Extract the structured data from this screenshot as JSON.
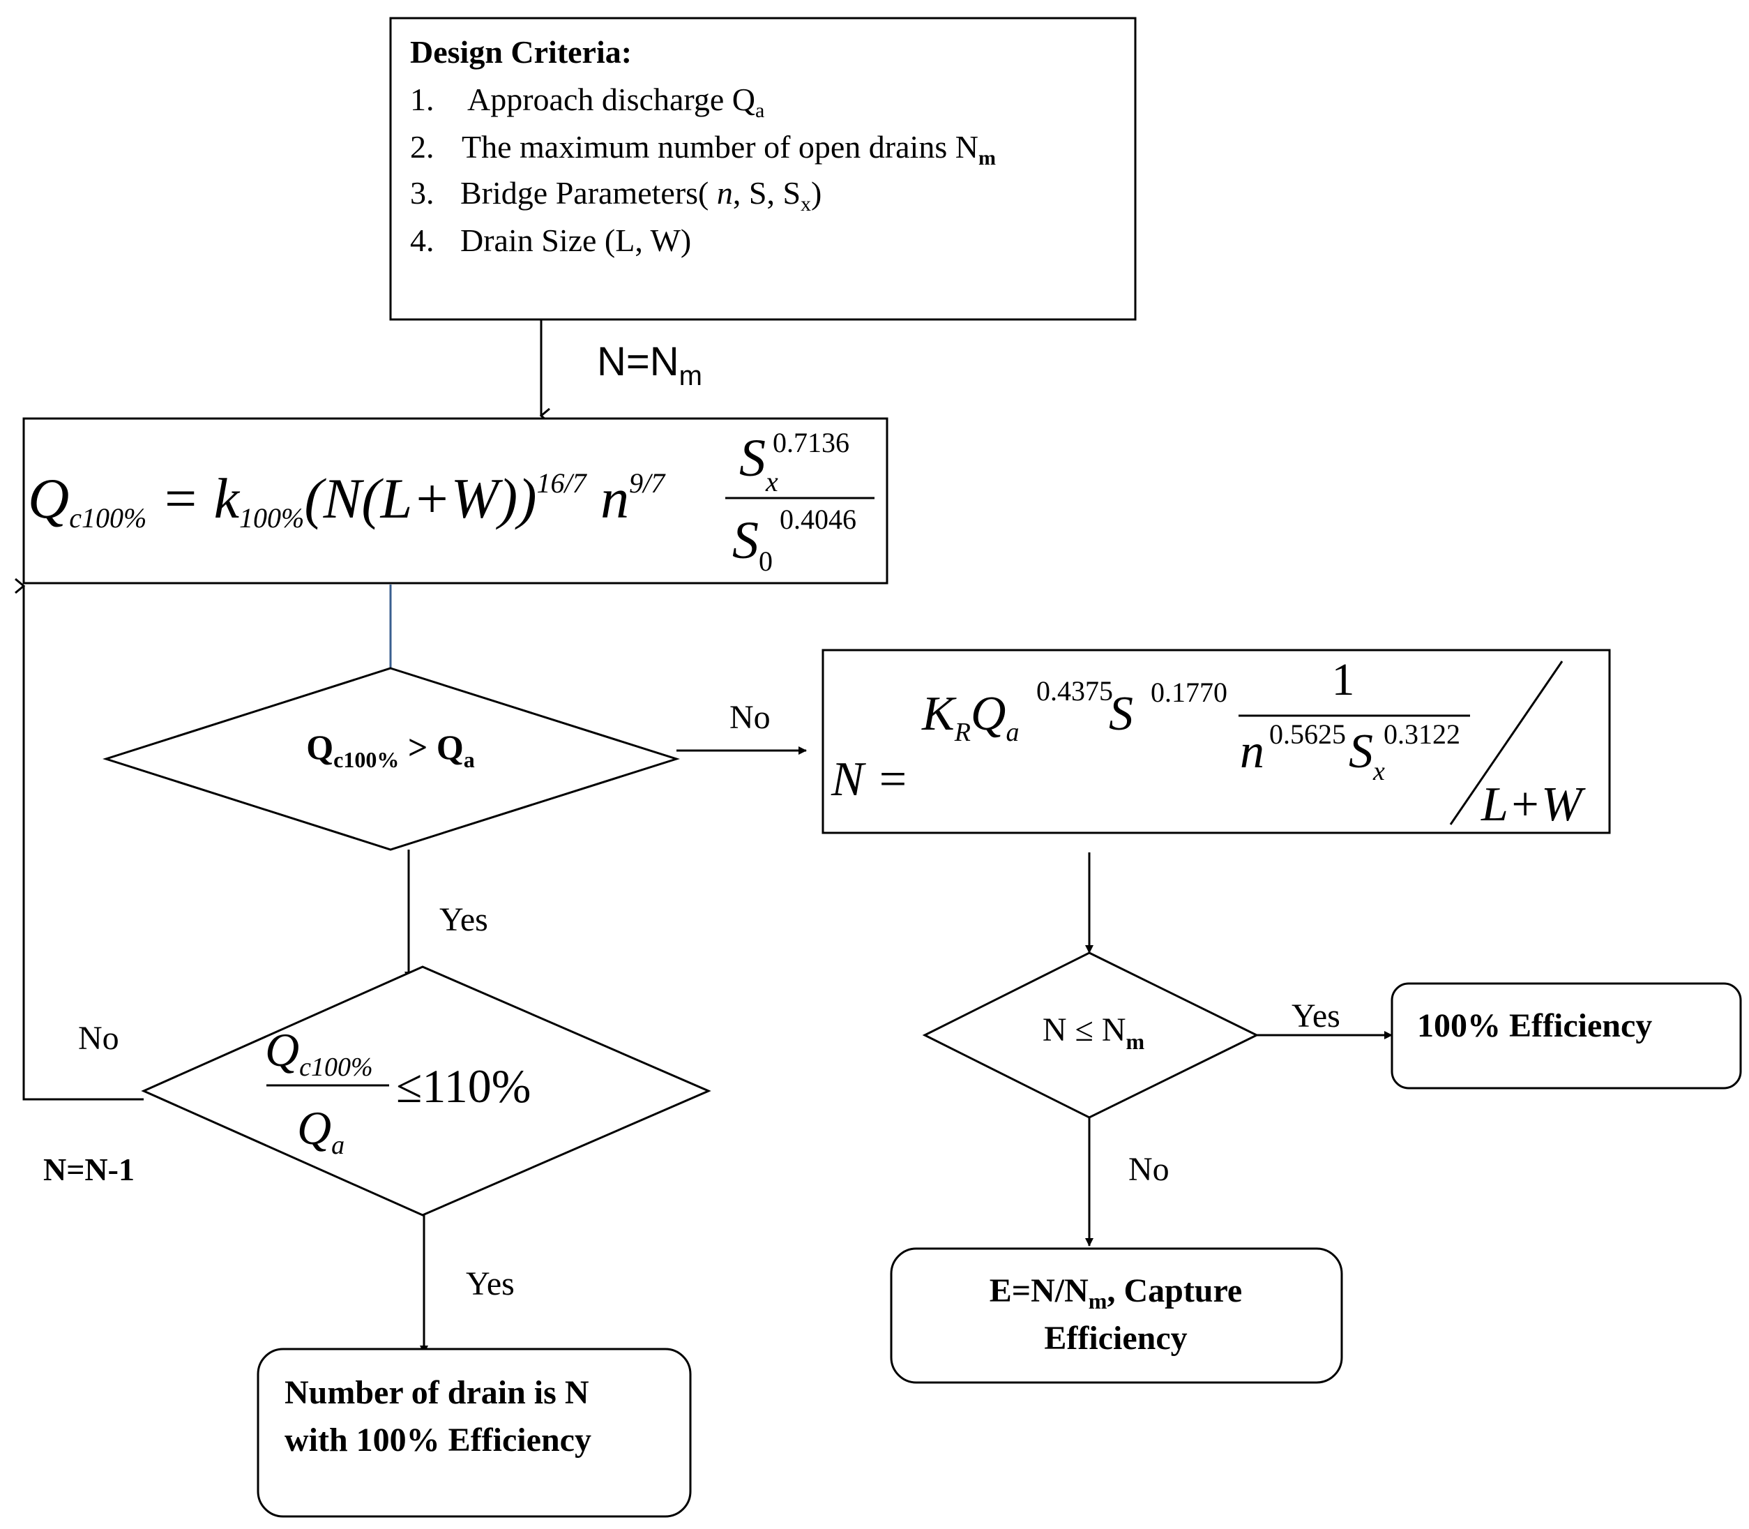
{
  "criteria": {
    "heading": "Design Criteria:",
    "items": [
      {
        "num": "1.",
        "text": "Approach discharge Q",
        "sub": "a",
        "tail": ""
      },
      {
        "num": "2.",
        "text": "The maximum number of open drains N",
        "sub": "m",
        "tail": ""
      },
      {
        "num": "3.",
        "text": "Bridge Parameters( ",
        "italic": "n",
        "rest": ", S, S",
        "sub": "x",
        "tail": ")"
      },
      {
        "num": "4.",
        "text": "Drain Size (L, W)",
        "sub": "",
        "tail": ""
      }
    ]
  },
  "init": {
    "main": "N=N",
    "sub": "m"
  },
  "formula1": {
    "q": "Q",
    "q_sub": "c100%",
    "eq": " = k",
    "k_sub": "100%",
    "body": "(N(L+W))",
    "exp1": "16/7",
    "n": " n",
    "exp2": "9/7",
    "num": "S",
    "num_sub": "x",
    "num_exp": "0.7136",
    "den": "S",
    "den_sub": "0",
    "den_exp": "0.4046"
  },
  "decision1": {
    "q": "Q",
    "q_sub": "c100%",
    "op": " > Q",
    "rhs_sub": "a"
  },
  "decision2": {
    "num": "Q",
    "num_sub": "c100%",
    "den": "Q",
    "den_sub": "a",
    "rhs": "≤110%"
  },
  "formula2": {
    "lhs": "N =",
    "k": "K",
    "k_sub": "R",
    "q": "Q",
    "q_sub": "a",
    "q_exp": "0.4375",
    "s": "S",
    "s_exp": "0.1770",
    "one": "1",
    "n": "n",
    "n_exp": "0.5625",
    "sx": "S",
    "sx_sub": "x",
    "sx_exp": "0.3122",
    "den": "L+W"
  },
  "decision3": {
    "main": "N ≤ N",
    "sub": "m"
  },
  "result_left": {
    "line1": "Number of drain is N",
    "line2": "with 100% Efficiency"
  },
  "result_right_top": {
    "text": "100% Efficiency"
  },
  "result_right_bottom": {
    "line1a": "E=N/N",
    "sub": "m",
    "line1b": ", Capture",
    "line2": "Efficiency"
  },
  "labels": {
    "no_1": "No",
    "yes_1": "Yes",
    "no_2": "No",
    "decrement": "N=N-1",
    "yes_2": "Yes",
    "yes_3": "Yes",
    "no_3": "No"
  }
}
